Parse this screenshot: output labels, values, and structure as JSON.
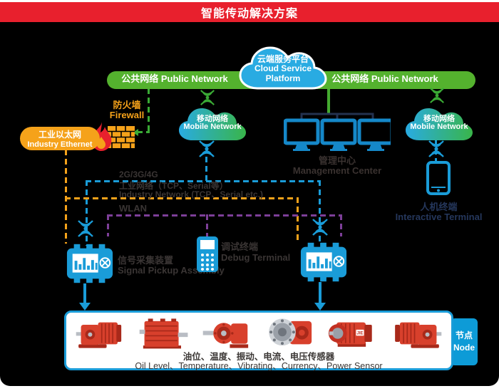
{
  "banner": {
    "title": "智能传动解决方案"
  },
  "cloud_platform": {
    "zh": "云端服务平台",
    "en1": "Cloud Service",
    "en2": "Platform"
  },
  "public_network": {
    "left_label": "公共网络 Public Network",
    "right_label": "公共网络 Public Network"
  },
  "mobile_network_left": {
    "zh": "移动网络",
    "en": "Mobile Network"
  },
  "mobile_network_right": {
    "zh": "移动网络",
    "en": "Mobile Network"
  },
  "firewall": {
    "zh": "防火墙",
    "en": "Firewall"
  },
  "industry_ethernet": {
    "zh": "工业以太网",
    "en": "Industry Ethernet"
  },
  "management_center": {
    "zh": "管理中心",
    "en": "Management Center"
  },
  "interactive_terminal": {
    "zh": "人机终端",
    "en": "Interactive Terminal"
  },
  "links": {
    "cellular": "2G/3G/4G",
    "industry_zh": "工业网络（TCP、Serial等）",
    "industry_en": "Industry Network (TCP、Serial etc.)",
    "wlan": "WLAN"
  },
  "signal_pickup": {
    "zh": "信号采集装置",
    "en": "Signal Pickup Assembly"
  },
  "debug_terminal": {
    "zh": "调试终端",
    "en": "Debug Terminal"
  },
  "node_tag": {
    "zh": "节点",
    "en": "Node"
  },
  "sensor_box": {
    "zh": "油位、温度、振动、电流、电压传感器",
    "en": "Oil Level、Temperature、Vibrating、Currency、Power Sensor",
    "motor_brand": "JIE"
  },
  "equipment": [
    "helical-gear-motor",
    "parallel-shaft-gearbox",
    "planetary-gearbox",
    "worm-gearbox",
    "electric-motor",
    "gear-motor"
  ],
  "colors": {
    "banner_red": "#e8202d",
    "network_green": "#54b22e",
    "link_blue": "#1a9cd8",
    "cloud_blue": "#29abe2",
    "cloud_green": "#39b54a",
    "orange": "#f5a21a",
    "purple": "#7d3f98",
    "dark_label": "#3a3534",
    "navy_label": "#25375c",
    "node_blue": "#0d9bd7",
    "machine_red": "#d8402c"
  },
  "icons": {
    "cloud-icon": "cloud shape",
    "antenna-icon": "wireless hourglass waves",
    "firewall-icon": "flame on brick wall",
    "monitor-icon": "three desktop displays",
    "phone-icon": "smartphone outline",
    "debug-terminal-icon": "handheld keypad device",
    "signal-pickup-icon": "data logger with bar screen",
    "down-arrow-icon": "▼"
  }
}
